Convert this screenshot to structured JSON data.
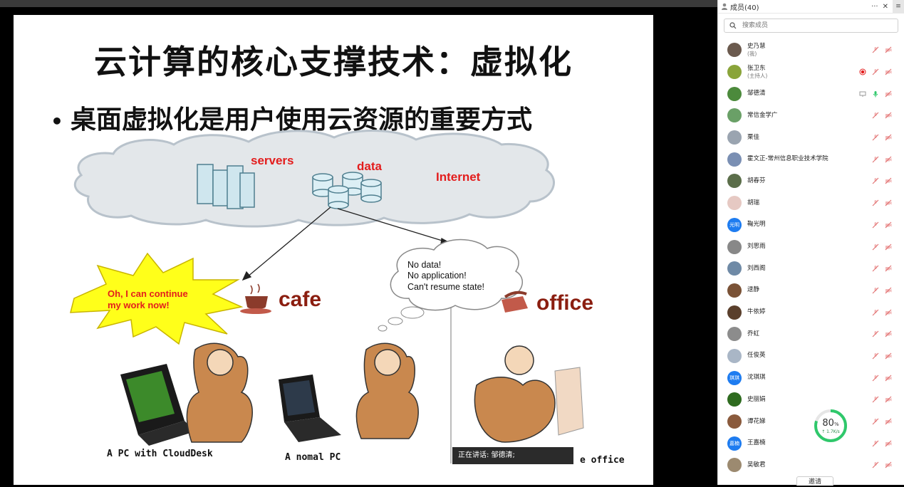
{
  "slide": {
    "title": "云计算的核心支撑技术：虚拟化",
    "bullet": "桌面虚拟化是用户使用云资源的重要方式",
    "cloud_labels": {
      "servers": "servers",
      "data": "data",
      "internet": "Internet"
    },
    "burst_text": [
      "Oh, I can continue",
      "my work now!"
    ],
    "thought_text": [
      "No data!",
      "No application!",
      "Can't resume state!"
    ],
    "cafe_label": "cafe",
    "office_label": "office",
    "captions": {
      "pc1": "A PC with CloudDesk",
      "pc2": "A nomal PC",
      "pc3": "e office"
    }
  },
  "speaking_status": "正在讲话: 邹德清;",
  "panel": {
    "title": "成员(40)",
    "more_label": "···",
    "close_label": "✕",
    "search_placeholder": "搜索成员",
    "members": [
      {
        "name": "史乃慧",
        "sub": "(我)",
        "avatar_color": "#6b5a4e",
        "avatar_text": ""
      },
      {
        "name": "张卫东",
        "sub": "(主持人)",
        "avatar_color": "#8aa43a",
        "avatar_text": "",
        "recording": true
      },
      {
        "name": "邹德清",
        "sub": "",
        "avatar_color": "#4c8a3c",
        "avatar_text": "",
        "speaking": true
      },
      {
        "name": "常信金学广",
        "sub": "",
        "avatar_color": "#6aa067",
        "avatar_text": ""
      },
      {
        "name": "栗佳",
        "sub": "",
        "avatar_color": "#9aa4b0",
        "avatar_text": ""
      },
      {
        "name": "霍文正-常州信息职业技术学院",
        "sub": "",
        "avatar_color": "#7a8fb3",
        "avatar_text": ""
      },
      {
        "name": "胡春芬",
        "sub": "",
        "avatar_color": "#5b6e4a",
        "avatar_text": ""
      },
      {
        "name": "胡瑞",
        "sub": "",
        "avatar_color": "#e6c9c3",
        "avatar_text": ""
      },
      {
        "name": "鞠光明",
        "sub": "",
        "avatar_color": "#1e7cf0",
        "avatar_text": "光明"
      },
      {
        "name": "刘思雨",
        "sub": "",
        "avatar_color": "#888888",
        "avatar_text": ""
      },
      {
        "name": "刘西阁",
        "sub": "",
        "avatar_color": "#6f8aa6",
        "avatar_text": ""
      },
      {
        "name": "逯静",
        "sub": "",
        "avatar_color": "#7a5236",
        "avatar_text": ""
      },
      {
        "name": "牛依婷",
        "sub": "",
        "avatar_color": "#5a3f2c",
        "avatar_text": ""
      },
      {
        "name": "乔虹",
        "sub": "",
        "avatar_color": "#8c8c8c",
        "avatar_text": ""
      },
      {
        "name": "任俊英",
        "sub": "",
        "avatar_color": "#a9b6c6",
        "avatar_text": ""
      },
      {
        "name": "沈琪琪",
        "sub": "",
        "avatar_color": "#1e7cf0",
        "avatar_text": "琪琪"
      },
      {
        "name": "史丽娟",
        "sub": "",
        "avatar_color": "#2e6b1f",
        "avatar_text": ""
      },
      {
        "name": "谭花娣",
        "sub": "",
        "avatar_color": "#8a5a3c",
        "avatar_text": ""
      },
      {
        "name": "王嘉楠",
        "sub": "",
        "avatar_color": "#1e7cf0",
        "avatar_text": "嘉楠"
      },
      {
        "name": "吴敏君",
        "sub": "",
        "avatar_color": "#9c8a70",
        "avatar_text": ""
      }
    ]
  },
  "network_gauge": {
    "percent_label": "80",
    "percent_sign": "%",
    "speed": "↑ 1.7K/s",
    "value": 0.8
  },
  "bottom_button": "邀请",
  "colors": {
    "accent_blue": "#1e7cf0",
    "red": "#e31d1d",
    "gauge_green": "#2fc86b"
  }
}
